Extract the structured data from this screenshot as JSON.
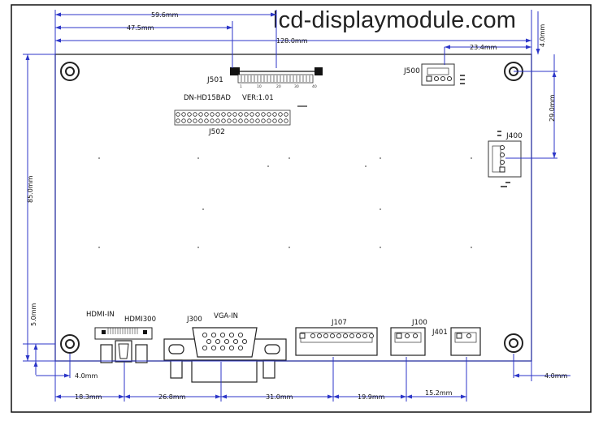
{
  "brand": "lcd-displaymodule.com",
  "dimensions": {
    "d_59_6": "59.6mm",
    "d_47_5": "47.5mm",
    "d_128": "128.0mm",
    "d_23_4": "23.4mm",
    "d_4_top": "4.0mm",
    "d_29": "29.0mm",
    "d_85": "85.0mm",
    "d_5": "5.0mm",
    "d_4_left": "4.0mm",
    "d_4_right": "4.0mm",
    "d_18_3": "18.3mm",
    "d_26_8": "26.8mm",
    "d_31": "31.0mm",
    "d_19_9": "19.9mm",
    "d_15_2": "15.2mm"
  },
  "labels": {
    "j501": "J501",
    "j500": "J500",
    "j400": "J400",
    "model": "DN-HD15BAD",
    "version": "VER:1.01",
    "j502": "J502",
    "hdmi_in": "HDMI-IN",
    "hdmi300": "HDMI300",
    "j300": "J300",
    "vga_in": "VGA-IN",
    "j107": "J107",
    "j100": "J100",
    "j401": "J401"
  },
  "pin_numbers": [
    "1",
    "10",
    "20",
    "30",
    "40"
  ],
  "colors": {
    "dim_line": "#2c36c8",
    "board": "#222222",
    "text": "#111111"
  }
}
